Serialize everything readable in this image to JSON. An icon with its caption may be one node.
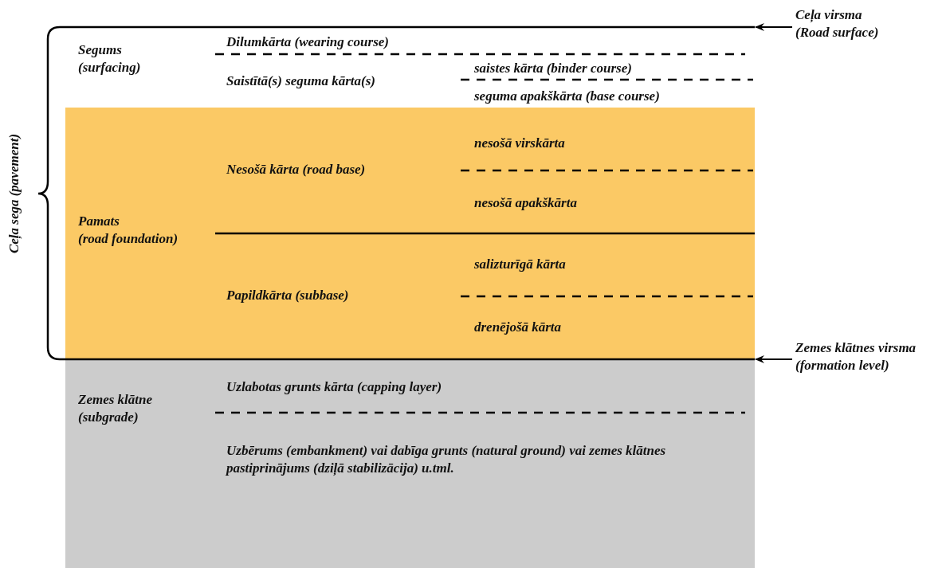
{
  "diagram": {
    "nodes": [
      {
        "text": [
          "Segums (surfacing)"
        ]
      },
      {
        "text": [
          "Dilumkārta (wearing course)"
        ],
        "in": 0
      },
      {
        "text": [
          "Saistītā(s) seguma kārta(s)"
        ],
        "in": 0
      },
      {
        "text": [
          "saistes kārta (binder course)"
        ],
        "in": 0
      },
      {
        "text": [
          "seguma apakškārta (base course)"
        ],
        "in": 0
      },
      {
        "text": [
          "Pamats (road foundation)"
        ]
      },
      {
        "text": [
          "nesošā virskārta"
        ],
        "in": 5
      },
      {
        "text": [
          "Nesošā kārta (road base)"
        ],
        "in": 5
      },
      {
        "text": [
          "nesošā apakškārta"
        ],
        "in": 5
      },
      {
        "text": [
          "salizturīgā kārta"
        ],
        "in": 5
      },
      {
        "text": [
          "Papildkārta (subbase)"
        ],
        "in": 5
      },
      {
        "text": [
          "drenējošā kārta"
        ],
        "in": 5
      },
      {
        "text": [
          "Zemes klātne (subgrade)"
        ]
      },
      {
        "text": [
          "Uzlabotas grunts kārta (capping layer)"
        ],
        "in": 12
      },
      {
        "text": [
          "Uzbērums (embankment) vai dabīga grunts (natural ground) vai zemes klātnes pastiprinājums (dziļā stabilizācija) u.tml."
        ],
        "in": 12
      },
      {
        "text": [
          "Ceļa virsma (Road surface)"
        ]
      },
      {
        "text": [
          "Zemes klātnes virsma (formation level)"
        ]
      }
    ],
    "edges": [
      {
        "from": 15,
        "to": 0,
        "arrow": "to"
      },
      {
        "from": 16,
        "to": 12,
        "arrow": "to"
      }
    ],
    "labels": [
      "Ceļa sega (pavement)"
    ]
  }
}
